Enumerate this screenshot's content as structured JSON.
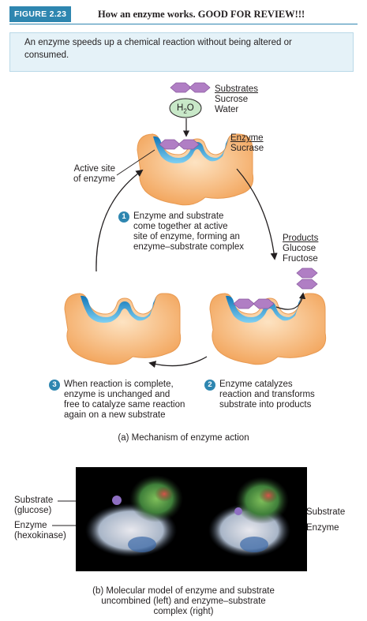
{
  "figure": {
    "badge": "FIGURE 2.23",
    "title": "How an enzyme works. GOOD FOR REVIEW!!!",
    "intro": "An enzyme speeds up a chemical reaction without being altered or consumed."
  },
  "part_a": {
    "substrates_title": "Substrates",
    "substrates_items": [
      "Sucrose",
      "Water"
    ],
    "water_formula": {
      "main": "H",
      "sub": "2",
      "tail": "O"
    },
    "enzyme_title": "Enzyme",
    "enzyme_name": "Sucrase",
    "active_site_label": [
      "Active site",
      "of enzyme"
    ],
    "products_title": "Products",
    "products_items": [
      "Glucose",
      "Fructose"
    ],
    "steps": [
      {
        "num": "1",
        "lines": [
          "Enzyme and substrate",
          "come together at active",
          "site of enzyme, forming an",
          "enzyme–substrate complex"
        ]
      },
      {
        "num": "2",
        "lines": [
          "Enzyme catalyzes",
          "reaction and transforms",
          "substrate into products"
        ]
      },
      {
        "num": "3",
        "lines": [
          "When reaction is complete,",
          "enzyme is unchanged and",
          "free to catalyze same reaction",
          "again on a new substrate"
        ]
      }
    ],
    "caption": "(a) Mechanism of enzyme action"
  },
  "part_b": {
    "left_substrate": [
      "Substrate",
      "(glucose)"
    ],
    "left_enzyme": [
      "Enzyme",
      "(hexokinase)"
    ],
    "right_substrate": "Substrate",
    "right_enzyme": "Enzyme",
    "caption": [
      "(b) Molecular model of enzyme and substrate",
      "uncombined (left) and enzyme–substrate",
      "complex (right)"
    ]
  },
  "colors": {
    "accent": "#2e86b0",
    "intro_bg": "#e5f2f8",
    "enzyme_fill": "#f7b97a",
    "active_site": "#2aa3d9",
    "substrate": "#b07ec4",
    "water_fill": "#c8e8c8"
  }
}
